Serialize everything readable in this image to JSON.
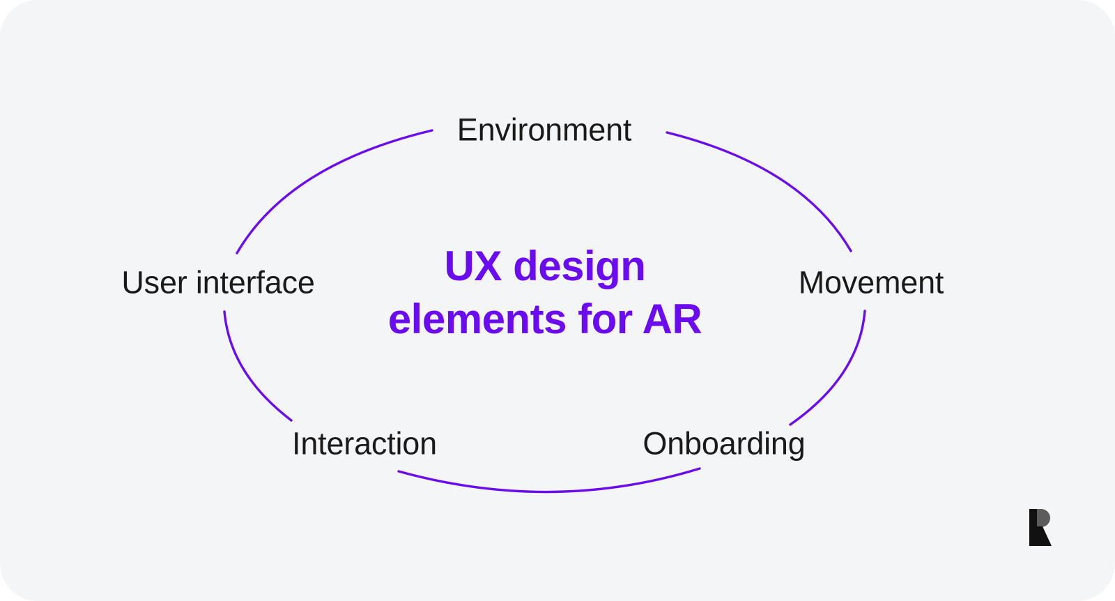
{
  "diagram": {
    "center_title": {
      "line1": "UX design",
      "line2": "elements for AR"
    },
    "nodes": [
      {
        "id": "environment",
        "label": "Environment"
      },
      {
        "id": "movement",
        "label": "Movement"
      },
      {
        "id": "onboarding",
        "label": "Onboarding"
      },
      {
        "id": "interaction",
        "label": "Interaction"
      },
      {
        "id": "user-interface",
        "label": "User interface"
      }
    ],
    "edges": [
      {
        "from": "environment",
        "to": "movement"
      },
      {
        "from": "movement",
        "to": "onboarding"
      },
      {
        "from": "onboarding",
        "to": "interaction"
      },
      {
        "from": "interaction",
        "to": "user-interface"
      },
      {
        "from": "user-interface",
        "to": "environment"
      }
    ],
    "layout": "cycle",
    "logo_icon": "brand-r-logo-icon"
  },
  "colors": {
    "accent": "#6a0bf0",
    "label_text": "#1a1a1a",
    "background": "#f4f5f7",
    "logo": "#111111"
  }
}
